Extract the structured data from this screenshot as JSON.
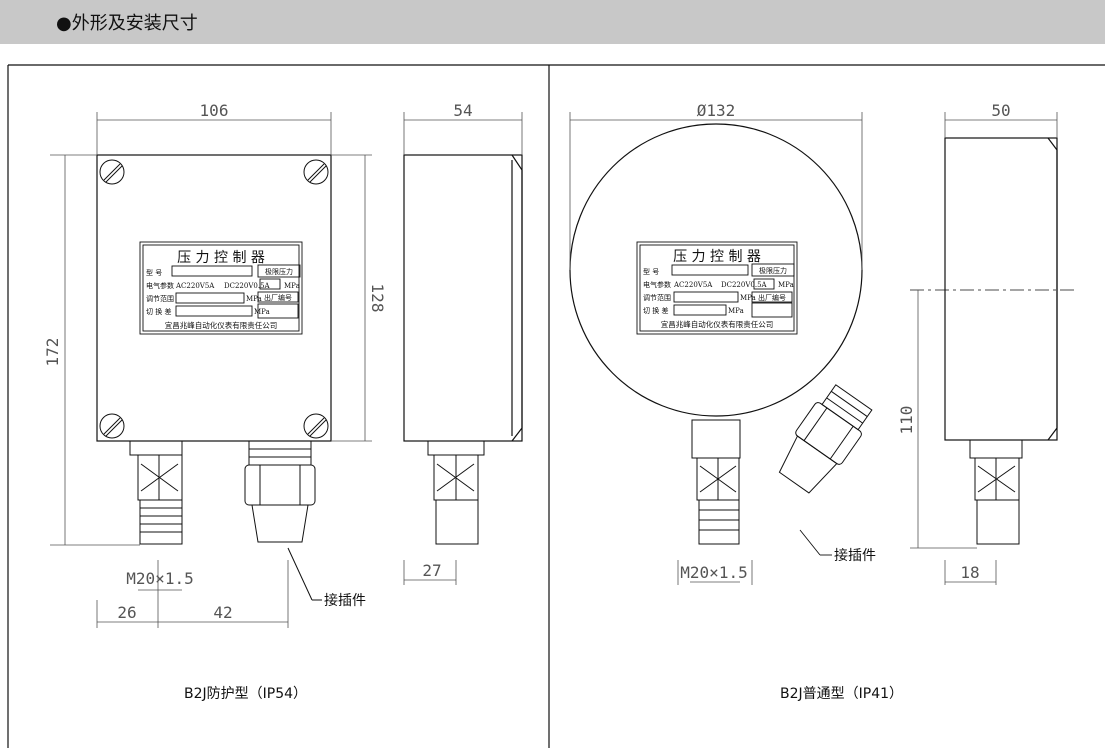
{
  "header": {
    "title": "●外形及安装尺寸"
  },
  "left": {
    "dims": {
      "width": "106",
      "height": "172",
      "inner_height": "128",
      "thread": "M20×1.5",
      "offset_a": "26",
      "offset_b": "42",
      "side_width": "54",
      "side_offset": "27"
    },
    "connector_label": "接插件",
    "caption": "B2J防护型（IP54）"
  },
  "right": {
    "dims": {
      "diameter": "Ø132",
      "side_width": "50",
      "height": "110",
      "offset": "18",
      "thread": "M20×1.5"
    },
    "connector_label": "接插件",
    "caption": "B2J普通型（IP41）"
  },
  "nameplate": {
    "title": "压 力 控 制 器",
    "model_label": "型    号",
    "elec_label": "电气参数",
    "ac": "AC220V5A",
    "dc": "DC220V0.5A",
    "mpa": "MPa",
    "limit": "极限压力",
    "range_label": "调节范围",
    "factory": "出厂编号",
    "switch_label": "切 换 差",
    "company": "宜昌兆峰自动化仪表有限责任公司"
  },
  "colors": {
    "header_bg": "#c8c8c8",
    "line": "#111111",
    "dim": "#555555"
  }
}
